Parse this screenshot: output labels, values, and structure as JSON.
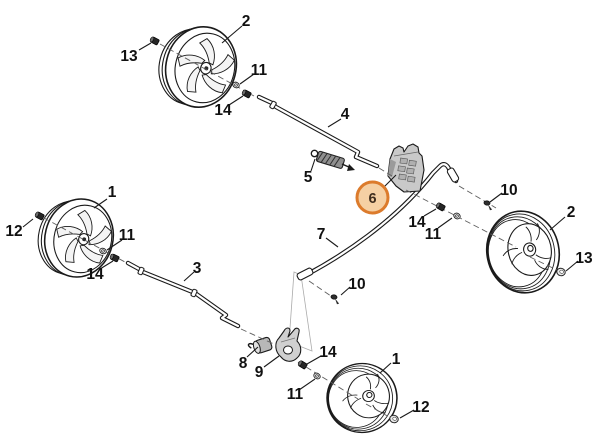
{
  "diagram": {
    "kind": "exploded-parts-diagram",
    "background_color": "#ffffff",
    "line_color": "#1a1a1a",
    "highlight": {
      "label": "6",
      "fill_color": "#f5d0a4",
      "border_color": "#dc7b2c",
      "text_color": "#3f2d1e"
    },
    "callouts": [
      {
        "label": "2",
        "target": "wheel-top-left",
        "highlighted": false
      },
      {
        "label": "13",
        "target": "locknut-top-left",
        "highlighted": false
      },
      {
        "label": "11",
        "target": "washer-top-left",
        "highlighted": false
      },
      {
        "label": "14",
        "target": "bushing-top-left",
        "highlighted": false
      },
      {
        "label": "4",
        "target": "axle-upper",
        "highlighted": false
      },
      {
        "label": "5",
        "target": "tension-spring",
        "highlighted": false
      },
      {
        "label": "6",
        "target": "adjuster-bracket",
        "highlighted": true
      },
      {
        "label": "10",
        "target": "screw-upper-right",
        "highlighted": false
      },
      {
        "label": "2",
        "target": "wheel-right",
        "highlighted": false
      },
      {
        "label": "14",
        "target": "bushing-right",
        "highlighted": false
      },
      {
        "label": "11",
        "target": "washer-right",
        "highlighted": false
      },
      {
        "label": "13",
        "target": "hub-cap-right",
        "highlighted": false
      },
      {
        "label": "7",
        "target": "axle-lower",
        "highlighted": false
      },
      {
        "label": "10",
        "target": "screw-lower",
        "highlighted": false
      },
      {
        "label": "1",
        "target": "wheel-left",
        "highlighted": false
      },
      {
        "label": "12",
        "target": "locknut-left",
        "highlighted": false
      },
      {
        "label": "11",
        "target": "washer-left",
        "highlighted": false
      },
      {
        "label": "14",
        "target": "bushing-left",
        "highlighted": false
      },
      {
        "label": "3",
        "target": "axle-left",
        "highlighted": false
      },
      {
        "label": "8",
        "target": "roller",
        "highlighted": false
      },
      {
        "label": "9",
        "target": "clamp-bracket",
        "highlighted": false
      },
      {
        "label": "14",
        "target": "bushing-bottom",
        "highlighted": false
      },
      {
        "label": "11",
        "target": "washer-bottom",
        "highlighted": false
      },
      {
        "label": "1",
        "target": "wheel-bottom",
        "highlighted": false
      },
      {
        "label": "12",
        "target": "hub-cap-bottom",
        "highlighted": false
      }
    ]
  }
}
